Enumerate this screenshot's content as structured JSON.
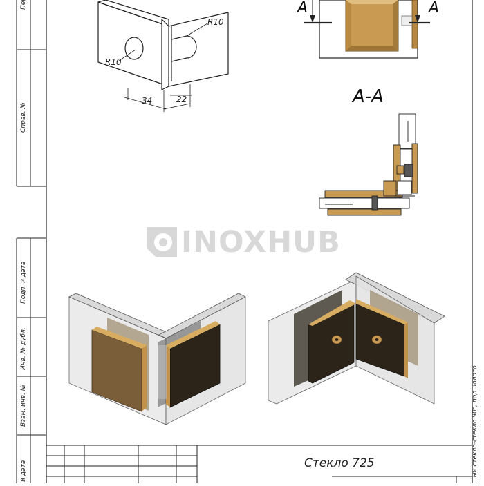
{
  "drawing": {
    "dimensions": {
      "radius_left": "R10",
      "radius_right": "R10",
      "width_34": "34",
      "width_22": "22"
    },
    "section_marks": {
      "left": "A",
      "right": "A"
    },
    "section_title": "A-A",
    "watermark": "INOXHUB",
    "title_block": {
      "glass_note": "Стекло 725",
      "product_note": "...ый стекло-стекло 90°, под Золото"
    },
    "side_frame": {
      "cells": [
        "Перв.",
        "Справ. №",
        "Подп. и дата",
        "Инв. № дубл.",
        "Взам. инв. №",
        "и дата"
      ]
    },
    "colors": {
      "gold": "#c89a52",
      "gold_dark": "#8a6530",
      "bronze_face": "#7a5e3a",
      "dark_face": "#2c2418",
      "glass": "#d7d7d7"
    }
  }
}
